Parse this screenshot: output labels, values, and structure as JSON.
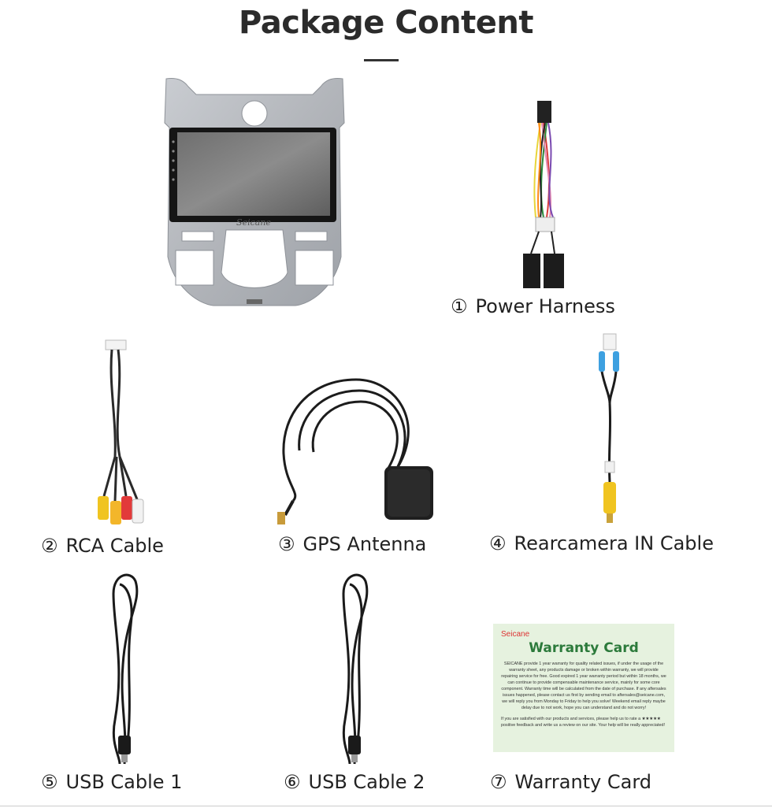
{
  "header": {
    "title": "Package Content"
  },
  "items": [
    {
      "num": "①",
      "label": "Power Harness"
    },
    {
      "num": "②",
      "label": "RCA Cable"
    },
    {
      "num": "③",
      "label": "GPS Antenna"
    },
    {
      "num": "④",
      "label": "Rearcamera IN Cable"
    },
    {
      "num": "⑤",
      "label": "USB Cable 1"
    },
    {
      "num": "⑥",
      "label": "USB Cable 2"
    },
    {
      "num": "⑦",
      "label": "Warranty Card"
    }
  ],
  "unit": {
    "screen_brand": "Seicane"
  },
  "warranty_card": {
    "brand": "Seicane",
    "title": "Warranty Card",
    "body": "SEICANE provide 1 year warranty for quality related issues, if under the usage of the warranty sheet, any products damage or broken within warranty, we will provide repairing service for free. Good expired 1 year warranty period but within 18 months, we can continue to provide compensable maintenance service, mainly for some core component. Warranty time will be calculated from the date of purchase. If any aftersales issues happened, please contact us first by sending email to aftersales@seicane.com, we will reply you from Monday to Friday to help you solve! Weekend email reply maybe delay due to not work, hope you can understand and do not worry!",
    "footer": "If you are satisfied with our products and services, please help us to rate a ★★★★★ positive feedback and write us a review on our site. Your help will be really appreciated!"
  },
  "colors": {
    "text": "#222222",
    "card_bg": "#e6f2df",
    "card_title": "#2c7a3b",
    "card_brand": "#dd3333",
    "panel_silver": "#b4b7bc"
  }
}
